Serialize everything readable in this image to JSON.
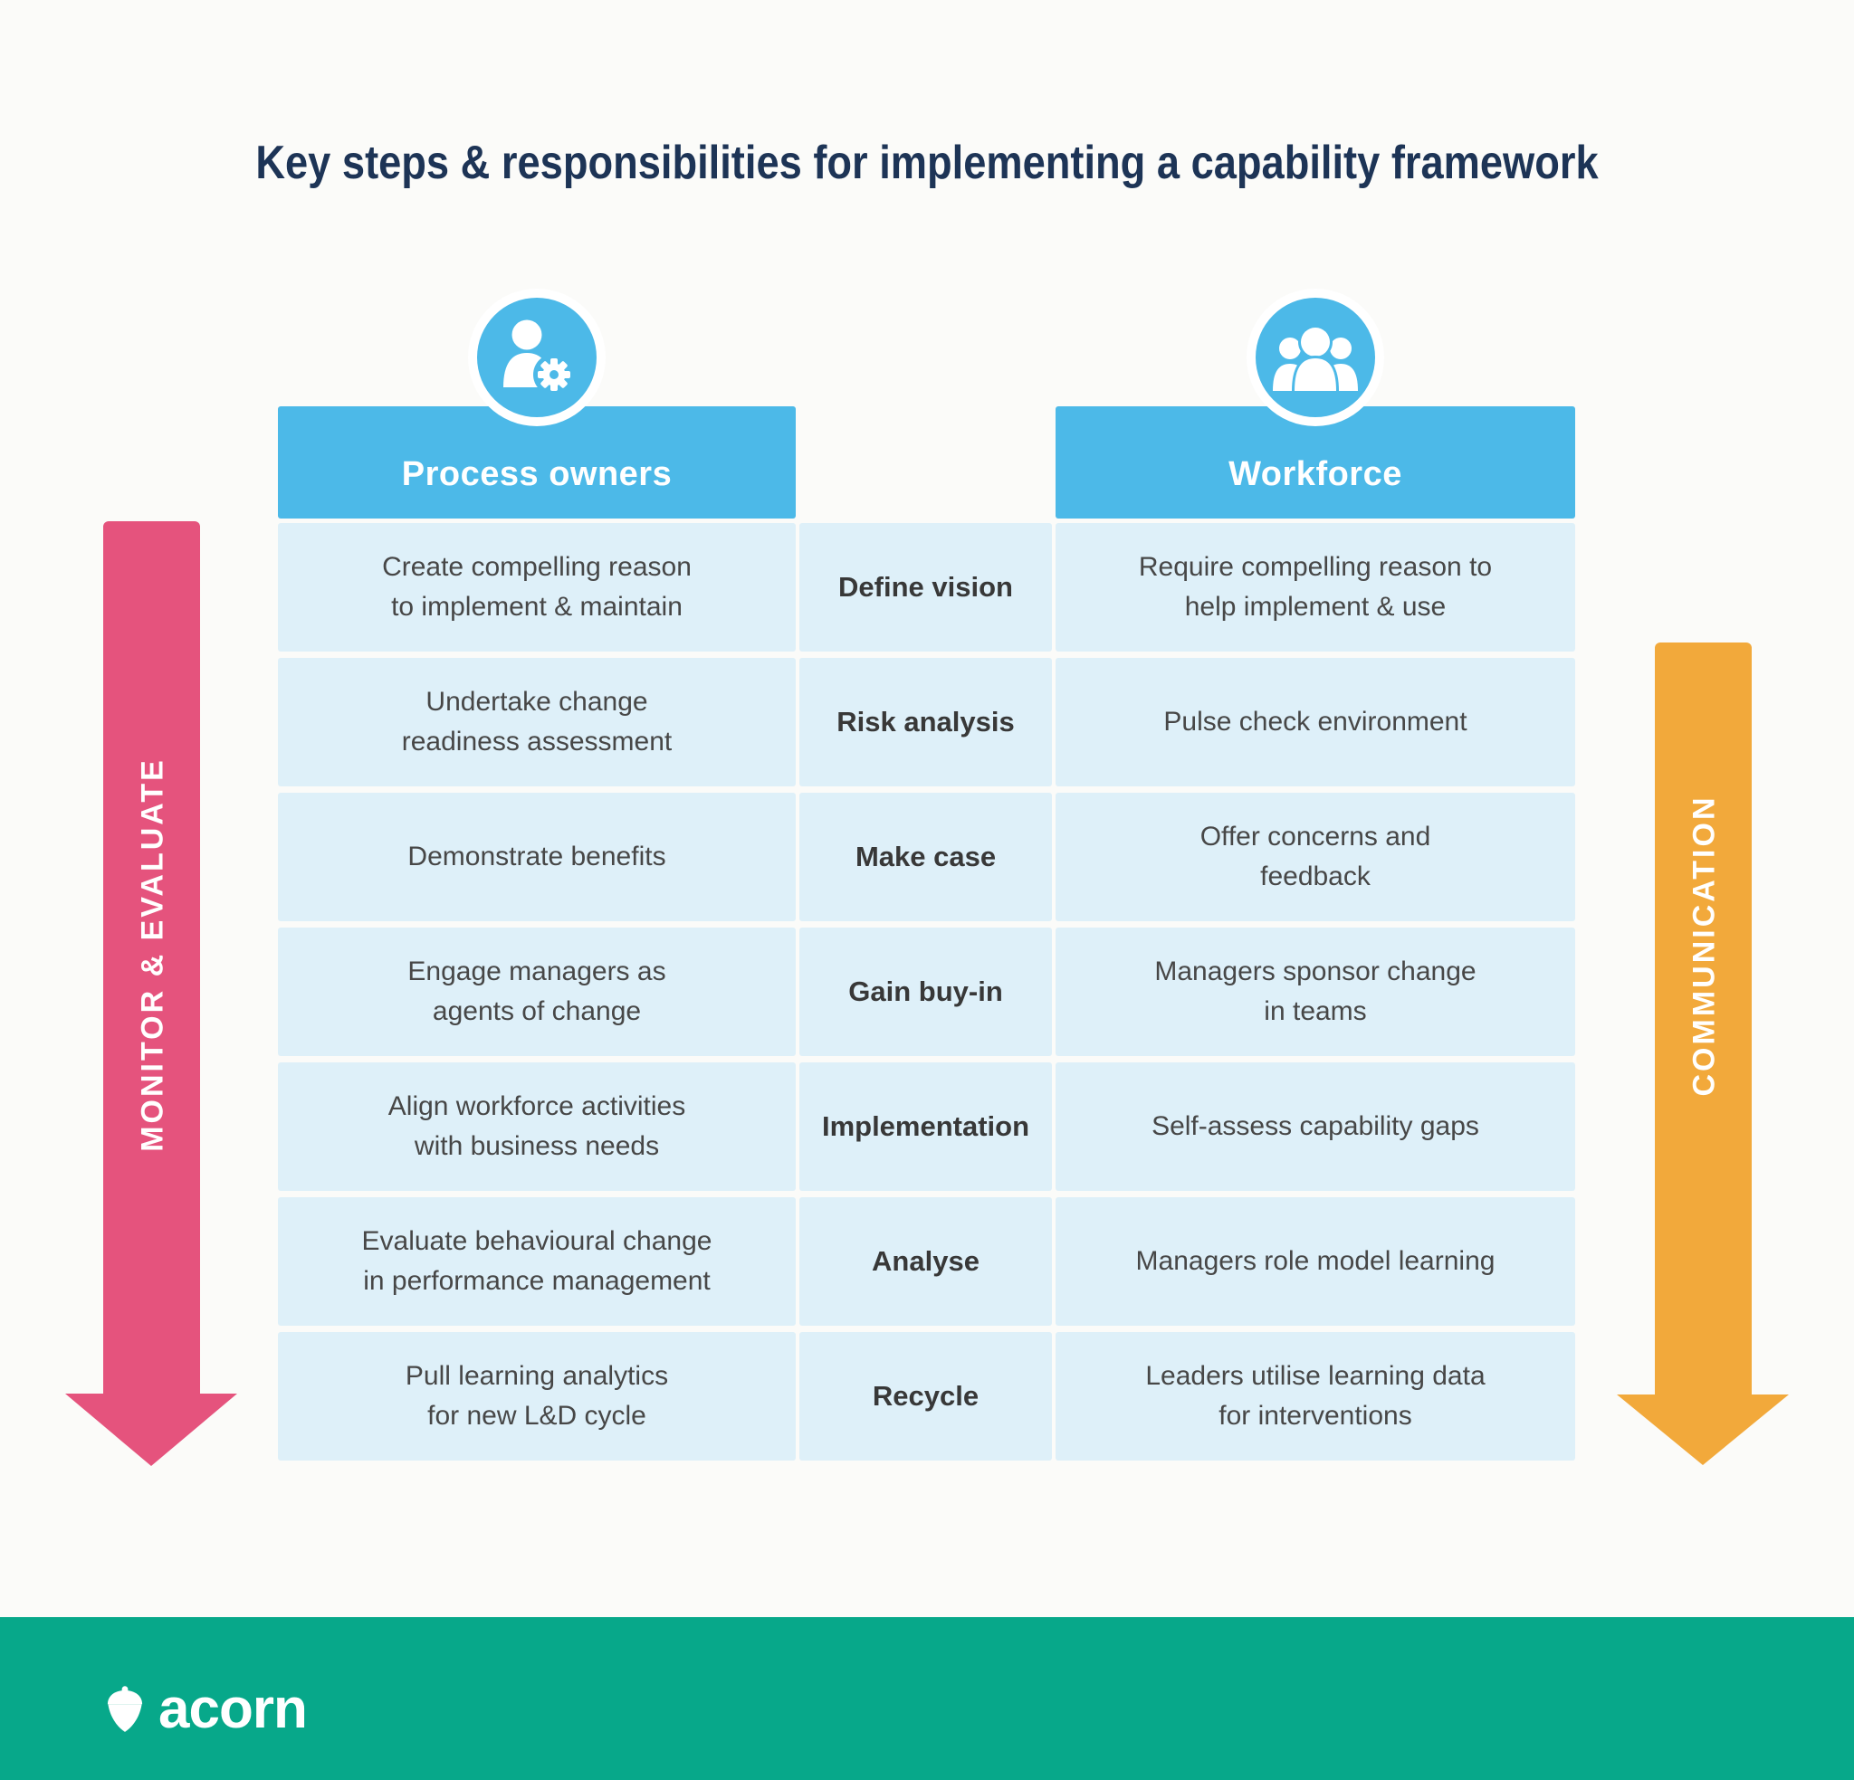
{
  "title": "Key steps & responsibilities for implementing a capability framework",
  "columns": {
    "left": {
      "header": "Process owners",
      "icon": "user-gear-icon"
    },
    "right": {
      "header": "Workforce",
      "icon": "group-icon"
    }
  },
  "rows": [
    {
      "process_owner": "Create compelling reason\nto implement & maintain",
      "step": "Define vision",
      "workforce": "Require compelling reason to\nhelp implement & use"
    },
    {
      "process_owner": "Undertake change\nreadiness assessment",
      "step": "Risk analysis",
      "workforce": "Pulse check environment"
    },
    {
      "process_owner": "Demonstrate benefits",
      "step": "Make case",
      "workforce": "Offer concerns and\nfeedback"
    },
    {
      "process_owner": "Engage managers as\nagents of change",
      "step": "Gain buy-in",
      "workforce": "Managers sponsor change\nin teams"
    },
    {
      "process_owner": "Align workforce activities\nwith business needs",
      "step": "Implementation",
      "workforce": "Self-assess capability gaps"
    },
    {
      "process_owner": "Evaluate behavioural change\nin performance management",
      "step": "Analyse",
      "workforce": "Managers role model learning"
    },
    {
      "process_owner": "Pull learning analytics\nfor new L&D cycle",
      "step": "Recycle",
      "workforce": "Leaders utilise learning data\nfor interventions"
    }
  ],
  "side_arrows": {
    "left": {
      "label": "MONITOR & EVALUATE",
      "color": "#e5537d"
    },
    "right": {
      "label": "COMMUNICATION",
      "color": "#f2a93b"
    }
  },
  "footer": {
    "brand": "acorn",
    "icon": "acorn-icon",
    "background": "#07a88a"
  },
  "colors": {
    "header_blue": "#4cb9e8",
    "cell_blue": "#def0f9",
    "title_navy": "#1d3456",
    "body_text": "#474747",
    "pink": "#e5537d",
    "orange": "#f2a93b",
    "teal": "#07a88a"
  }
}
